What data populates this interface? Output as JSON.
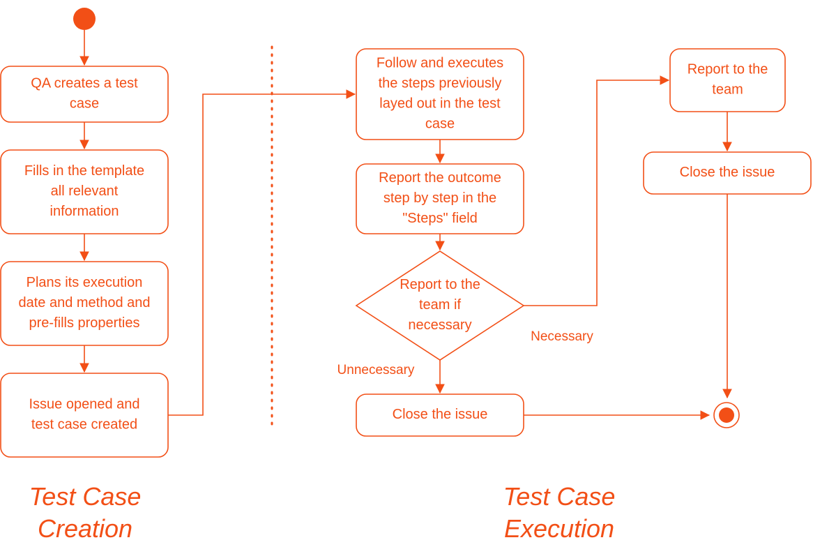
{
  "diagram": {
    "colors": {
      "accent": "#f24f16",
      "background": "#ffffff"
    },
    "nodes": {
      "qa_creates": [
        "QA creates a test",
        "case"
      ],
      "fills_template": [
        "Fills in the template",
        "all relevant",
        "information"
      ],
      "plans_execution": [
        "Plans its execution",
        "date and method and",
        "pre-fills properties"
      ],
      "issue_opened": [
        "Issue opened and",
        "test case created"
      ],
      "follow_steps": [
        "Follow and executes",
        "the steps previously",
        "layed out in the test",
        "case"
      ],
      "report_outcome": [
        "Report the outcome",
        "step by step in the",
        "\"Steps\" field"
      ],
      "report_decision": [
        "Report to the",
        "team if",
        "necessary"
      ],
      "close_issue_left": [
        "Close the issue"
      ],
      "report_team": [
        "Report to the",
        "team"
      ],
      "close_issue_right": [
        "Close the issue"
      ]
    },
    "edge_labels": {
      "necessary": "Necessary",
      "unnecessary": "Unnecessary"
    },
    "sections": {
      "creation": [
        "Test Case",
        "Creation"
      ],
      "execution": [
        "Test Case",
        "Execution"
      ]
    }
  }
}
